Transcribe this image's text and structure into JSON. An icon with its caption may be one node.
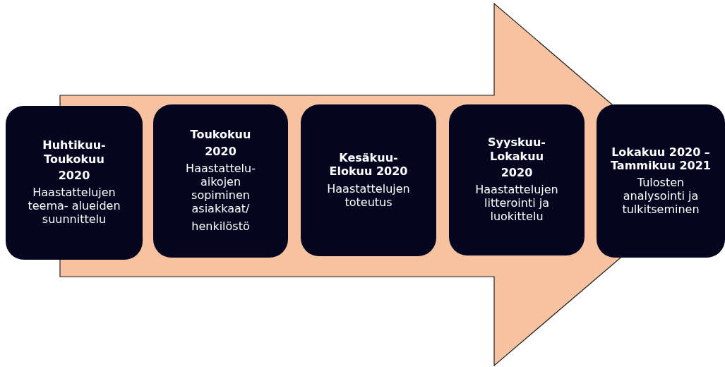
{
  "diagram": {
    "nodes": [
      {
        "text": [
          "Huhtikuu- Toukokuu",
          "2020",
          "Haastattelujen teema- alueiden suunnittelu"
        ]
      },
      {
        "text": [
          "Toukokuu",
          "2020",
          "Haastattelu- aikojen sopiminen asiakkaat/",
          "henkilöstö"
        ]
      },
      {
        "text": [
          "Kesäkuu- Elokuu 2020",
          "Haastattelujen toteutus"
        ]
      },
      {
        "text": [
          "Syyskuu- Lokakuu",
          "2020",
          "Haastattelujen litterointi ja luokittelu"
        ]
      },
      {
        "text": [
          "Lokakuu 2020 – Tammikuu 2021",
          "Tulosten analysointi ja tulkitseminen"
        ]
      }
    ],
    "edges": [
      {
        "from": 0,
        "to": 4,
        "arrow": "to"
      }
    ]
  }
}
